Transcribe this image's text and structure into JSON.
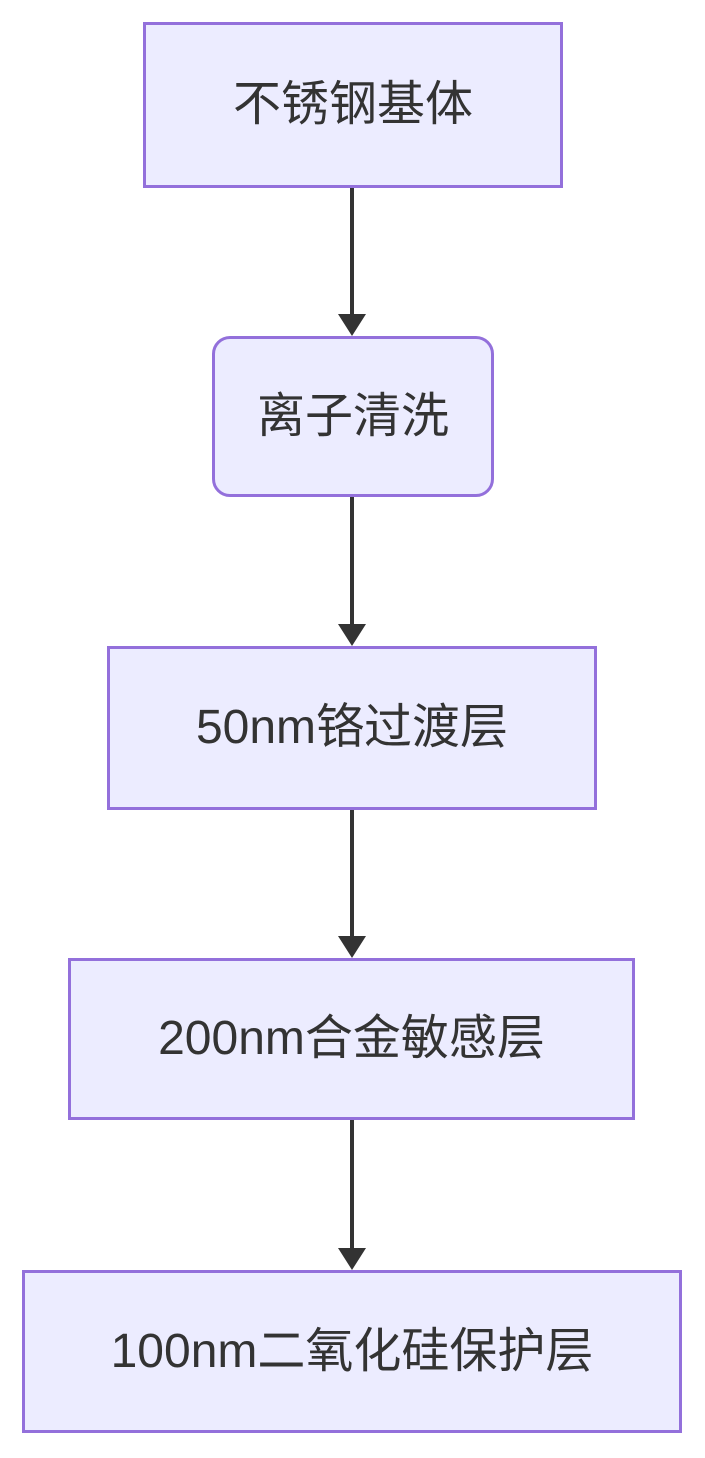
{
  "diagram": {
    "type": "flowchart",
    "direction": "top-down",
    "nodes": [
      {
        "id": "step-1",
        "label": "不锈钢基体",
        "shape": "rectangle"
      },
      {
        "id": "step-2",
        "label": "离子清洗",
        "shape": "rounded-rectangle"
      },
      {
        "id": "step-3",
        "label": "50nm铬过渡层",
        "shape": "rectangle"
      },
      {
        "id": "step-4",
        "label": "200nm合金敏感层",
        "shape": "rectangle"
      },
      {
        "id": "step-5",
        "label": "100nm二氧化硅保护层",
        "shape": "rectangle"
      }
    ],
    "edges": [
      {
        "from": "step-1",
        "to": "step-2",
        "style": "arrow"
      },
      {
        "from": "step-2",
        "to": "step-3",
        "style": "arrow"
      },
      {
        "from": "step-3",
        "to": "step-4",
        "style": "arrow"
      },
      {
        "from": "step-4",
        "to": "step-5",
        "style": "arrow"
      }
    ],
    "colors": {
      "node_fill": "#ECECFF",
      "node_border": "#9370DB",
      "edge": "#333333",
      "text": "#333333",
      "background": "#FFFFFF"
    }
  }
}
